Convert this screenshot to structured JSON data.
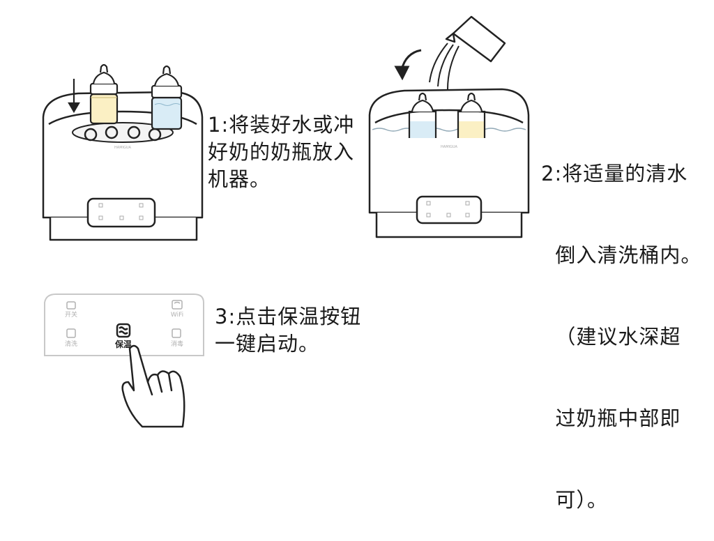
{
  "brand": "HAMIGUA",
  "steps": [
    {
      "lines": [
        "1:将装好水或冲",
        "好奶的奶瓶放入",
        "机器。"
      ]
    },
    {
      "lines": [
        "2:将适量的清水",
        "  倒入清洗桶内。",
        "  （建议水深超",
        "  过奶瓶中部即",
        "  可）。"
      ]
    },
    {
      "lines": [
        "3:点击保温按钮",
        "一键启动。"
      ]
    }
  ],
  "panel": {
    "power": "开关",
    "wifi": "WiFi",
    "wash": "清洗",
    "warm": "保温",
    "sterilize": "消毒"
  },
  "colors": {
    "milk": "#fbf0c4",
    "water": "#d9ecf6",
    "line": "#222222",
    "panel_outline": "#c8c8c8",
    "panel_text": "#b0b0b0"
  }
}
